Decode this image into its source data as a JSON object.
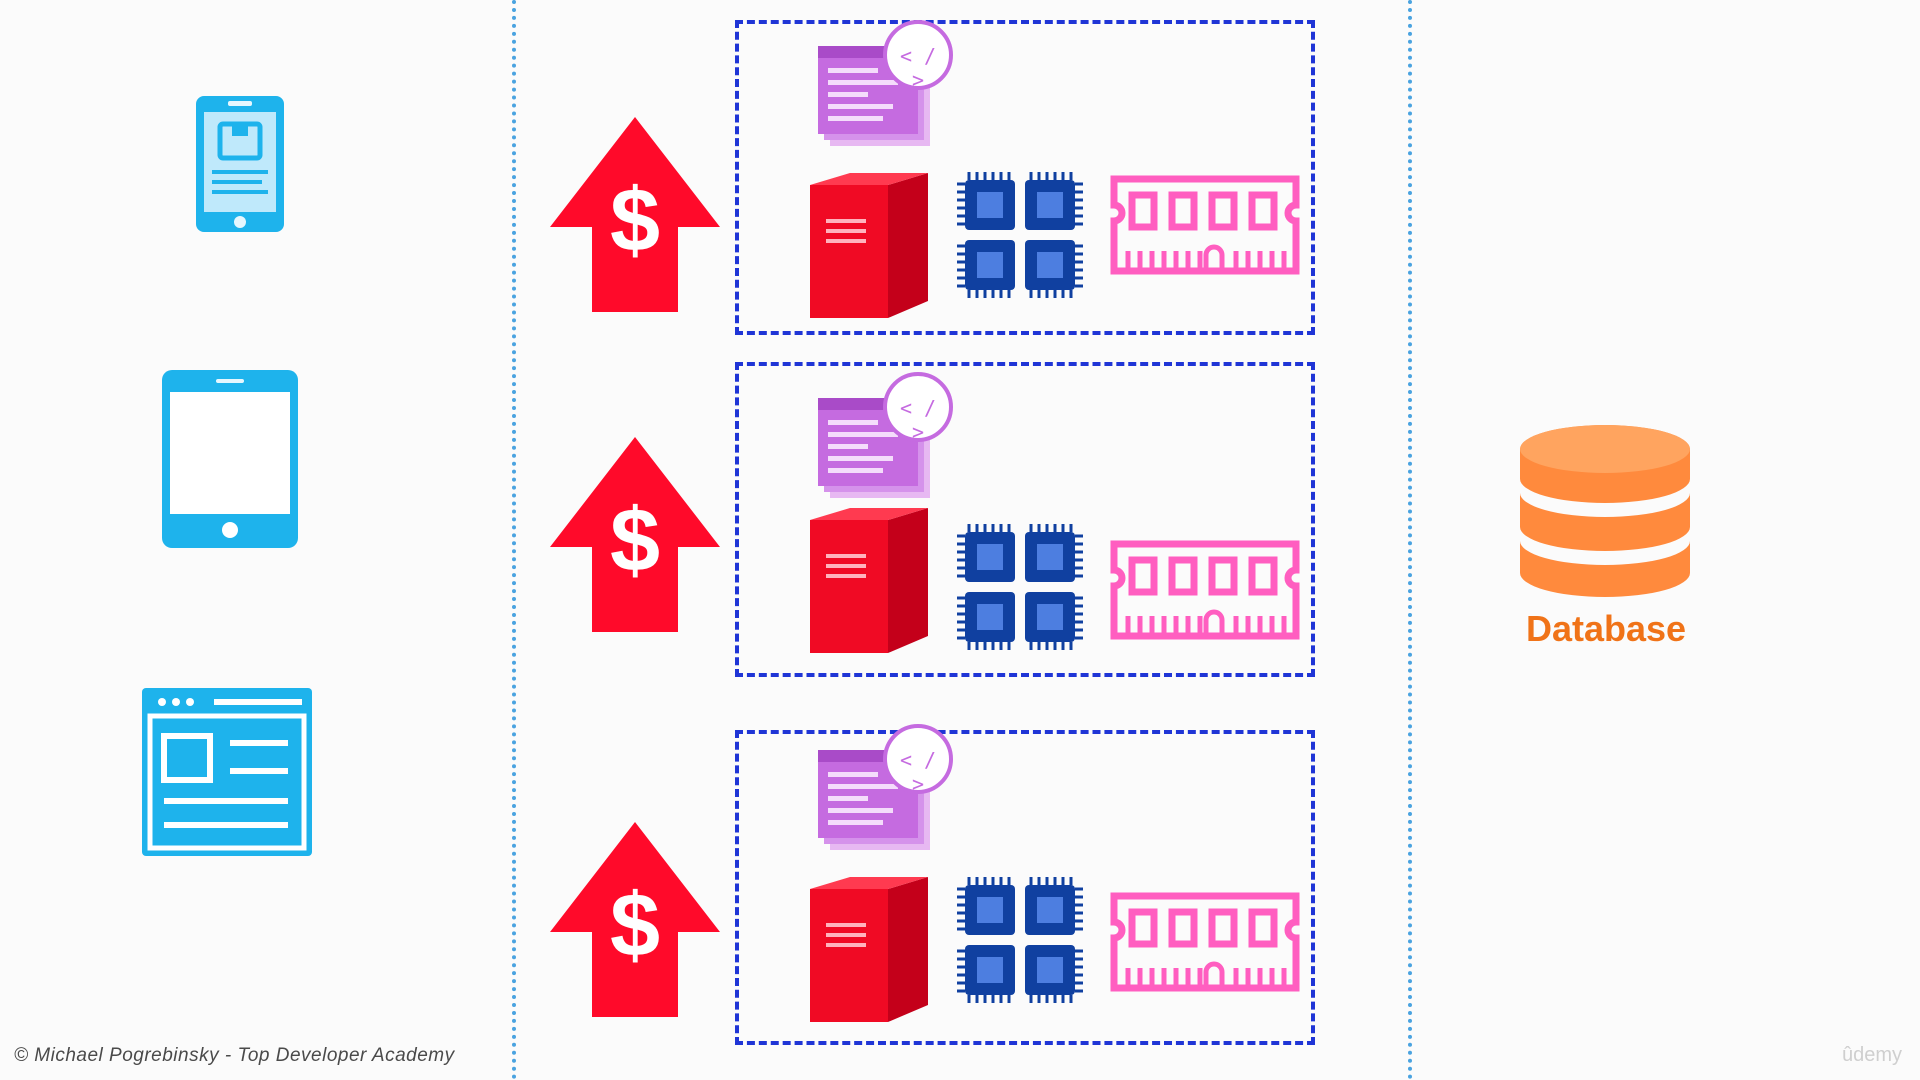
{
  "colors": {
    "client_blue": "#1eb3ec",
    "divider": "#4aa3e0",
    "box_border": "#1f35d6",
    "cost_red": "#ff0a2a",
    "server_red": "#f00a24",
    "cpu_blue": "#1040a0",
    "ram_pink": "#ff5ec0",
    "code_purple": "#c56be0",
    "database_orange": "#ff8a3d",
    "label_orange": "#f07318"
  },
  "clients": [
    {
      "icon": "mobile-phone-icon"
    },
    {
      "icon": "tablet-icon"
    },
    {
      "icon": "browser-window-icon"
    }
  ],
  "instances": [
    {
      "cost_icon": "dollar-up-arrow-icon",
      "components": [
        "code-document-icon",
        "server-icon",
        "cpu-chip-icon",
        "ram-module-icon"
      ]
    },
    {
      "cost_icon": "dollar-up-arrow-icon",
      "components": [
        "code-document-icon",
        "server-icon",
        "cpu-chip-icon",
        "ram-module-icon"
      ]
    },
    {
      "cost_icon": "dollar-up-arrow-icon",
      "components": [
        "code-document-icon",
        "server-icon",
        "cpu-chip-icon",
        "ram-module-icon"
      ]
    }
  ],
  "code_tag": "< / >",
  "dollar_sign": "$",
  "database": {
    "label": "Database",
    "icon": "database-cylinder-icon"
  },
  "credit": "© Michael Pogrebinsky - Top Developer Academy",
  "watermark": "ûdemy"
}
